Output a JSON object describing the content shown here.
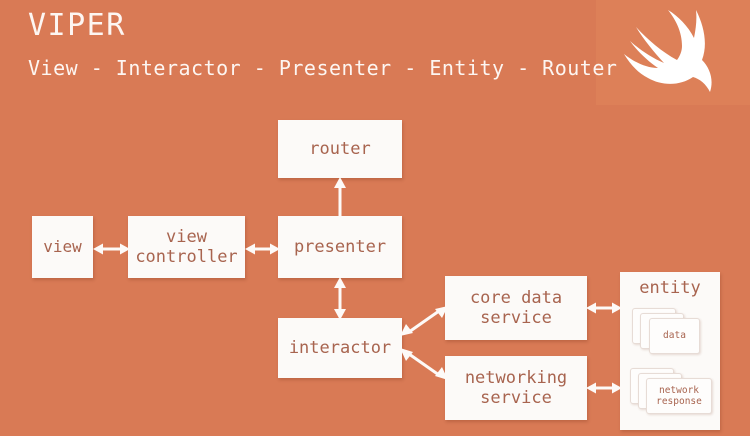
{
  "header": {
    "title": "VIPER",
    "subtitle": "View - Interactor - Presenter - Entity - Router",
    "logo_icon": "swift-bird-logo",
    "title_color": "#fdf6f2",
    "background_color": "#d97a55",
    "logo_panel_color": "#dd8058"
  },
  "theme": {
    "canvas_background": "#d97a55",
    "node_background": "#fcfaf8",
    "node_text_color": "#a8644f",
    "arrow_color": "#fdfaf8",
    "header_text_color": "#fdf6f2"
  },
  "diagram": {
    "nodes": [
      {
        "id": "view",
        "label": "view"
      },
      {
        "id": "view-controller",
        "label": "view\ncontroller"
      },
      {
        "id": "presenter",
        "label": "presenter"
      },
      {
        "id": "router",
        "label": "router"
      },
      {
        "id": "interactor",
        "label": "interactor"
      },
      {
        "id": "core-data-service",
        "label": "core data\nservice"
      },
      {
        "id": "networking-service",
        "label": "networking\nservice"
      },
      {
        "id": "entity",
        "label": "entity"
      }
    ],
    "entity": {
      "title": "entity",
      "stacks": [
        {
          "id": "data",
          "label": "data",
          "card_count": 3
        },
        {
          "id": "network-response",
          "label": "network\nresponse",
          "card_count": 3
        }
      ]
    },
    "connections": [
      {
        "from": "view",
        "to": "view-controller",
        "direction": "bidirectional",
        "orientation": "horizontal"
      },
      {
        "from": "view-controller",
        "to": "presenter",
        "direction": "bidirectional",
        "orientation": "horizontal"
      },
      {
        "from": "presenter",
        "to": "router",
        "direction": "up",
        "orientation": "vertical"
      },
      {
        "from": "presenter",
        "to": "interactor",
        "direction": "bidirectional",
        "orientation": "vertical"
      },
      {
        "from": "interactor",
        "to": "core-data-service",
        "direction": "bidirectional",
        "orientation": "diagonal-up"
      },
      {
        "from": "interactor",
        "to": "networking-service",
        "direction": "bidirectional",
        "orientation": "diagonal-down"
      },
      {
        "from": "core-data-service",
        "to": "entity",
        "direction": "bidirectional",
        "orientation": "horizontal"
      },
      {
        "from": "networking-service",
        "to": "entity",
        "direction": "bidirectional",
        "orientation": "horizontal"
      }
    ]
  }
}
